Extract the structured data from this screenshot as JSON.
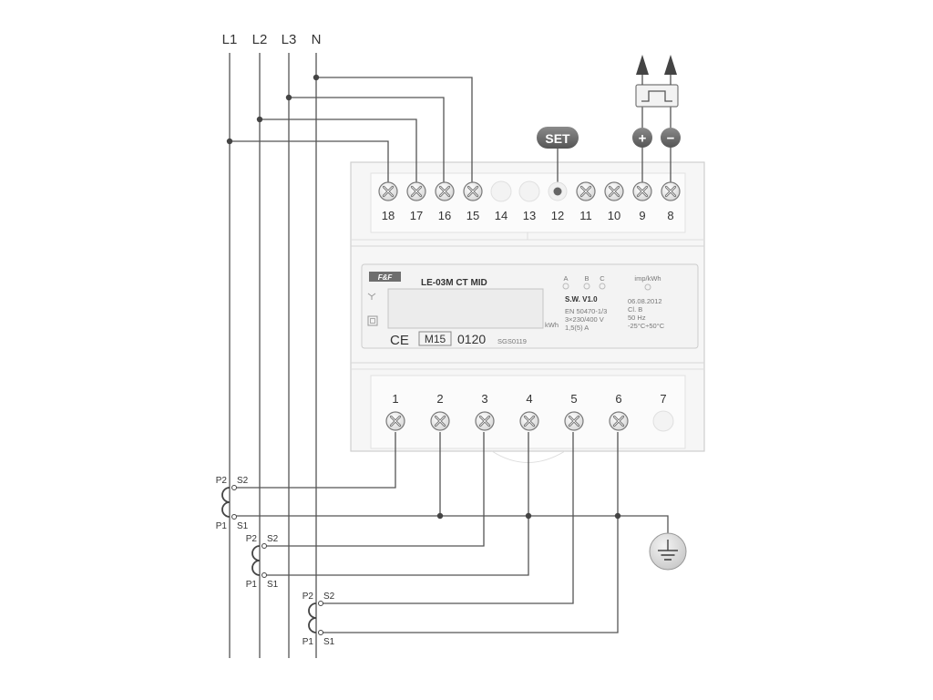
{
  "lines": [
    {
      "key": "l1",
      "label": "L1"
    },
    {
      "key": "l2",
      "label": "L2"
    },
    {
      "key": "l3",
      "label": "L3"
    },
    {
      "key": "n",
      "label": "N"
    }
  ],
  "top_terminals": [
    {
      "label": "18",
      "kind": "screw"
    },
    {
      "label": "17",
      "kind": "screw"
    },
    {
      "label": "16",
      "kind": "screw"
    },
    {
      "label": "15",
      "kind": "screw"
    },
    {
      "label": "14",
      "kind": "empty"
    },
    {
      "label": "13",
      "kind": "empty"
    },
    {
      "label": "12",
      "kind": "button"
    },
    {
      "label": "11",
      "kind": "screw"
    },
    {
      "label": "10",
      "kind": "screw"
    },
    {
      "label": "9",
      "kind": "screw"
    },
    {
      "label": "8",
      "kind": "screw"
    }
  ],
  "bottom_terminals": [
    {
      "label": "1",
      "kind": "screw"
    },
    {
      "label": "2",
      "kind": "screw"
    },
    {
      "label": "3",
      "kind": "screw"
    },
    {
      "label": "4",
      "kind": "screw"
    },
    {
      "label": "5",
      "kind": "screw"
    },
    {
      "label": "6",
      "kind": "screw"
    },
    {
      "label": "7",
      "kind": "empty"
    }
  ],
  "set_label": "SET",
  "plus_label": "+",
  "minus_label": "−",
  "meter": {
    "brand": "F&F",
    "model": "LE-03M CT  MID",
    "leds": [
      "A",
      "B",
      "C"
    ],
    "imp_label": "imp/kWh",
    "sw": "S.W.  V1.0",
    "specs": [
      "EN 50470-1/3",
      "3×230/400 V",
      "1,5(5) A"
    ],
    "kwh": "kWh",
    "date": "06.08.2012",
    "specs2": [
      "Cl. B",
      "50 Hz",
      "-25°C÷50°C"
    ],
    "ce": "CE",
    "m15": "M15",
    "num": "0120",
    "cert": "SGS0119"
  },
  "ct_labels": {
    "p2": "P2",
    "s2": "S2",
    "p1": "P1",
    "s1": "S1"
  }
}
